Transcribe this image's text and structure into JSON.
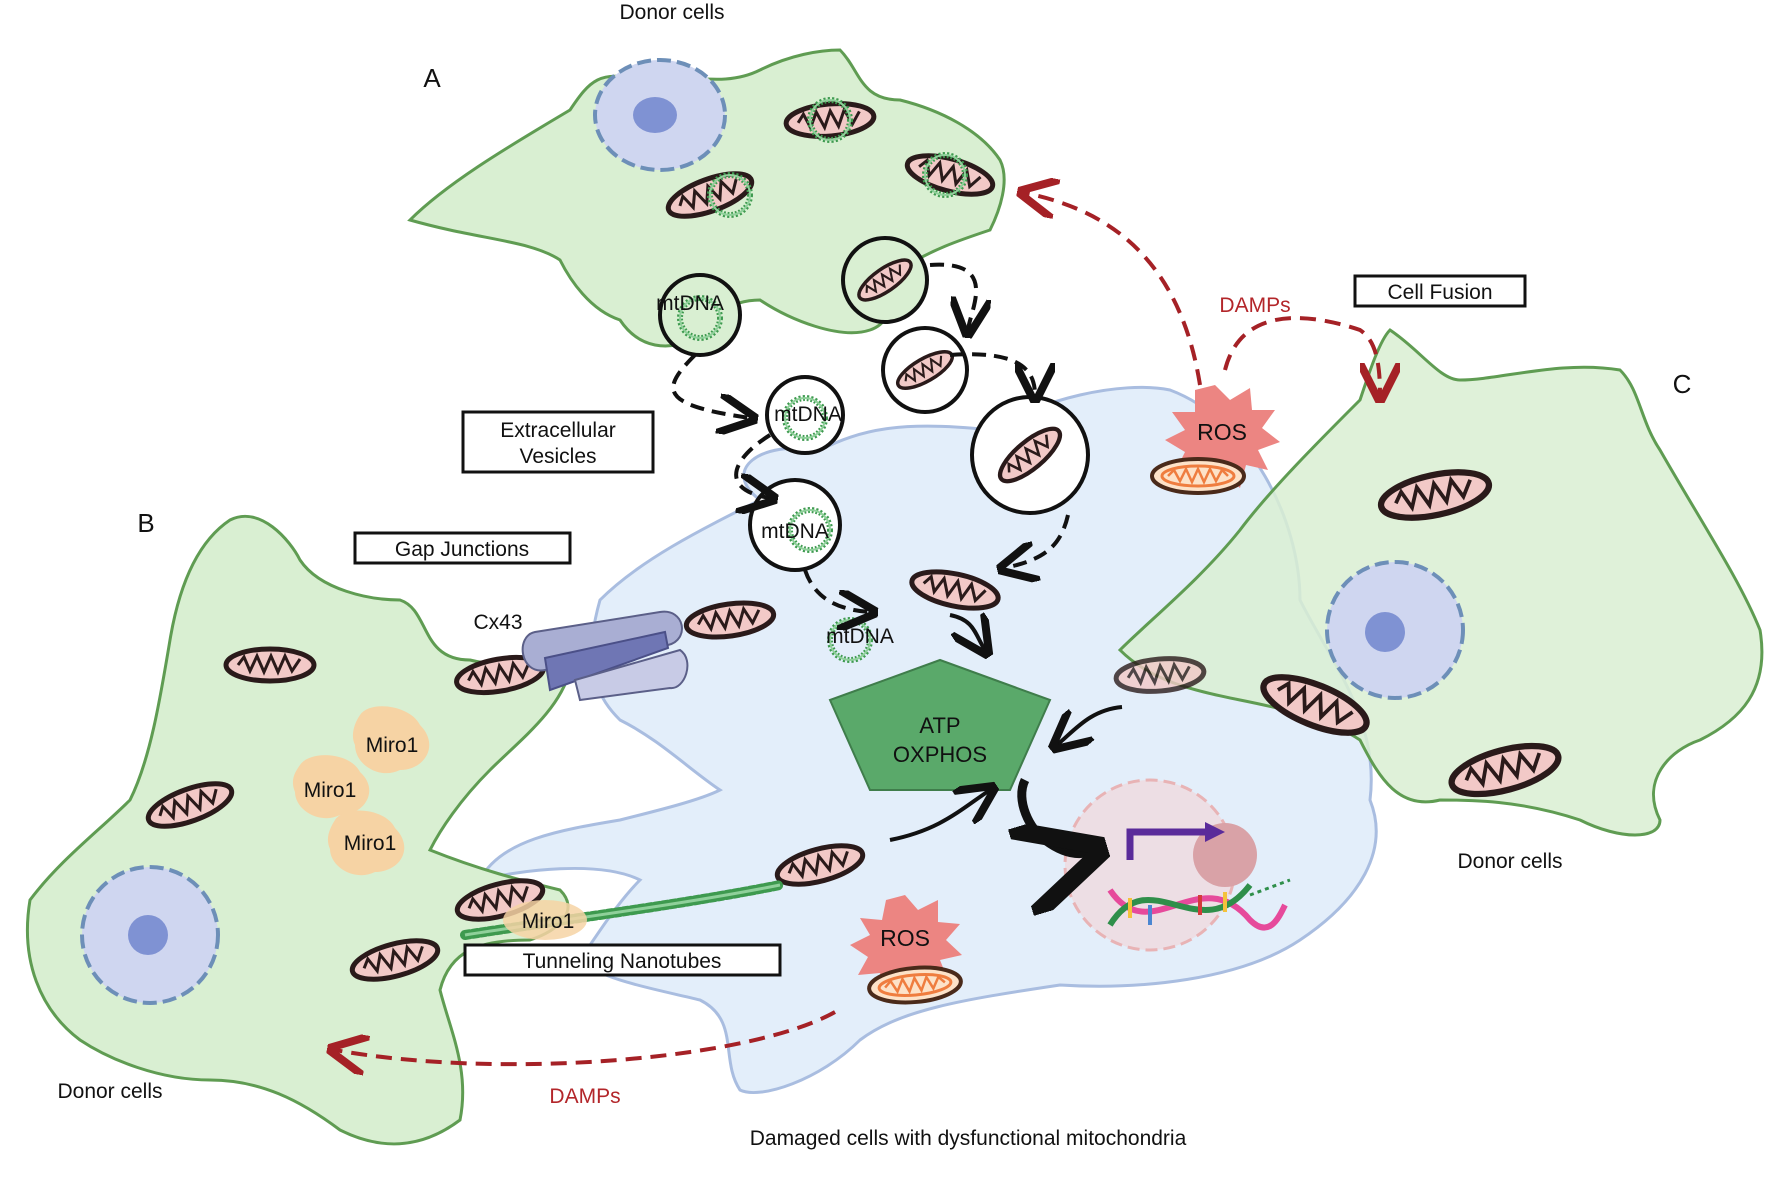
{
  "labels": {
    "donor_top": "Donor cells",
    "donor_right": "Donor cells",
    "donor_left": "Donor cells",
    "panel_a": "A",
    "panel_b": "B",
    "panel_c": "C",
    "extracellular_vesicles_line1": "Extracellular",
    "extracellular_vesicles_line2": "Vesicles",
    "gap_junctions": "Gap Junctions",
    "cell_fusion": "Cell Fusion",
    "tunneling_nanotubes": "Tunneling Nanotubes",
    "damaged_cells": "Damaged cells with dysfunctional mitochondria",
    "cx43": "Cx43",
    "atp_line1": "ATP",
    "atp_line2": "OXPHOS",
    "damps": "DAMPs",
    "ros": "ROS",
    "mtdna": "mtDNA",
    "miro1": "Miro1"
  },
  "colors": {
    "donor_cell_fill": "#d9efd2",
    "donor_cell_stroke": "#5f9c52",
    "damaged_cell_fill": "#e3eefa",
    "damaged_cell_stroke": "#a9bde0",
    "mitochondria_fill": "#f2c9c7",
    "atp_pentagon": "#5aa96a",
    "damps_arrow": "#a52126",
    "miro1": "#f6d3a4",
    "nucleus_fill": "#cfd6f0",
    "nucleolus_fill": "#7f92d3"
  }
}
